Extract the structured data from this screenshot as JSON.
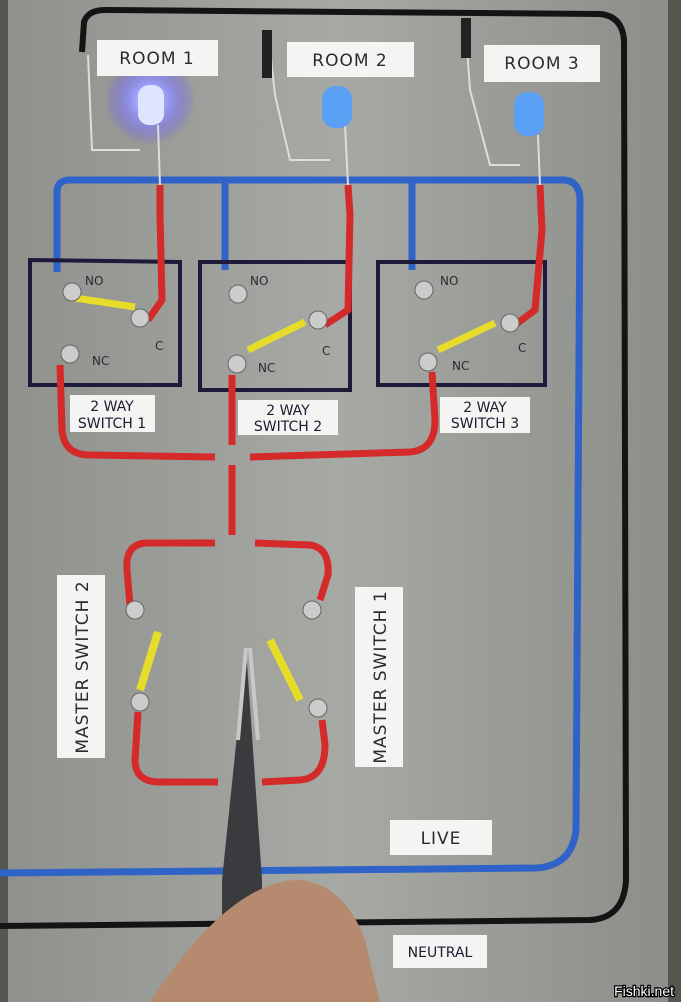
{
  "rooms": [
    {
      "label": "ROOM 1",
      "led_on": true
    },
    {
      "label": "ROOM 2",
      "led_on": false
    },
    {
      "label": "ROOM 3",
      "led_on": false
    }
  ],
  "switch_terminals": {
    "no": "NO",
    "nc": "NC",
    "c": "C"
  },
  "two_way_switches": [
    {
      "line1": "2 WAY",
      "line2": "SWITCH 1"
    },
    {
      "line1": "2 WAY",
      "line2": "SWITCH 2"
    },
    {
      "line1": "2 WAY",
      "line2": "SWITCH 3"
    }
  ],
  "master_switches": [
    "MASTER SWITCH 2",
    "MASTER SWITCH 1"
  ],
  "live_label": "LIVE",
  "neutral_label": "NEUTRAL",
  "watermark": "Fishki.net",
  "colors": {
    "live_wire": "#2f63c8",
    "neutral_wire": "#141414",
    "switch_wire": "#d42a2a",
    "jumper": "#e8dc2a",
    "led_glow": "#7a6cff"
  }
}
